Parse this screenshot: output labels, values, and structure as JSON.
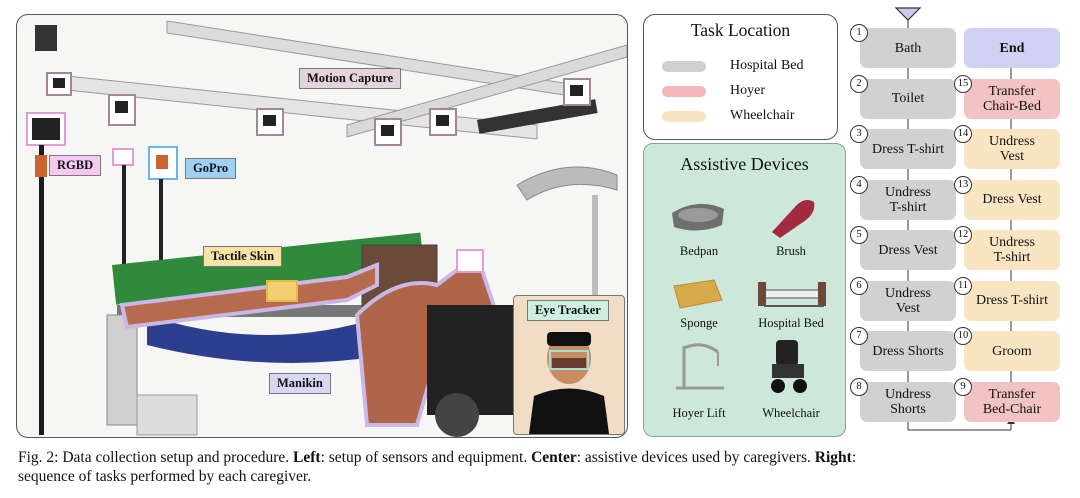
{
  "photo": {
    "labels": {
      "motion_capture": "Motion Capture",
      "rgbd": "RGBD",
      "gopro": "GoPro",
      "tactile_skin": "Tactile Skin",
      "manikin": "Manikin",
      "eye_tracker": "Eye Tracker"
    },
    "label_colors": {
      "motion_capture": "#e2d4da",
      "rgbd": "#f6c9f3",
      "gopro": "#9fd0f3",
      "tactile_skin": "#f8e3a6",
      "manikin": "#d7d8f6",
      "eye_tracker": "#cdeee0"
    }
  },
  "legend": {
    "title": "Task Location",
    "items": [
      {
        "label": "Hospital Bed",
        "color": "#cfcfcf"
      },
      {
        "label": "Hoyer",
        "color": "#f3b8bc"
      },
      {
        "label": "Wheelchair",
        "color": "#fae5c3"
      }
    ]
  },
  "devices": {
    "title": "Assistive Devices",
    "items": [
      {
        "label": "Bedpan",
        "icon": "bedpan-icon"
      },
      {
        "label": "Brush",
        "icon": "brush-icon"
      },
      {
        "label": "Sponge",
        "icon": "sponge-icon"
      },
      {
        "label": "Hospital Bed",
        "icon": "hospital-bed-icon"
      },
      {
        "label": "Hoyer Lift",
        "icon": "hoyer-lift-icon"
      },
      {
        "label": "Wheelchair",
        "icon": "wheelchair-icon"
      }
    ]
  },
  "tasks": {
    "left": [
      {
        "n": "1",
        "line1": "Bath",
        "line2": "",
        "loc": "gray"
      },
      {
        "n": "2",
        "line1": "Toilet",
        "line2": "",
        "loc": "gray"
      },
      {
        "n": "3",
        "line1": "Dress T-shirt",
        "line2": "",
        "loc": "gray"
      },
      {
        "n": "4",
        "line1": "Undress",
        "line2": "T-shirt",
        "loc": "gray"
      },
      {
        "n": "5",
        "line1": "Dress Vest",
        "line2": "",
        "loc": "gray"
      },
      {
        "n": "6",
        "line1": "Undress",
        "line2": "Vest",
        "loc": "gray"
      },
      {
        "n": "7",
        "line1": "Dress Shorts",
        "line2": "",
        "loc": "gray"
      },
      {
        "n": "8",
        "line1": "Undress",
        "line2": "Shorts",
        "loc": "gray"
      }
    ],
    "right": [
      {
        "n": "",
        "line1": "End",
        "line2": "",
        "loc": "endbox"
      },
      {
        "n": "15",
        "line1": "Transfer",
        "line2": "Chair-Bed",
        "loc": "pink"
      },
      {
        "n": "14",
        "line1": "Undress",
        "line2": "Vest",
        "loc": "tan"
      },
      {
        "n": "13",
        "line1": "Dress Vest",
        "line2": "",
        "loc": "tan"
      },
      {
        "n": "12",
        "line1": "Undress",
        "line2": "T-shirt",
        "loc": "tan"
      },
      {
        "n": "11",
        "line1": "Dress T-shirt",
        "line2": "",
        "loc": "tan"
      },
      {
        "n": "10",
        "line1": "Groom",
        "line2": "",
        "loc": "tan"
      },
      {
        "n": "9",
        "line1": "Transfer",
        "line2": "Bed-Chair",
        "loc": "pink"
      }
    ]
  },
  "caption": {
    "fig": "Fig. 2: Data collection setup and procedure. ",
    "left_bold": "Left",
    "left_text": ": setup of sensors and equipment. ",
    "center_bold": "Center",
    "center_text": ": assistive devices used by caregivers. ",
    "right_bold": "Right",
    "right_text": ":",
    "line2": "sequence of tasks performed by each caregiver."
  }
}
